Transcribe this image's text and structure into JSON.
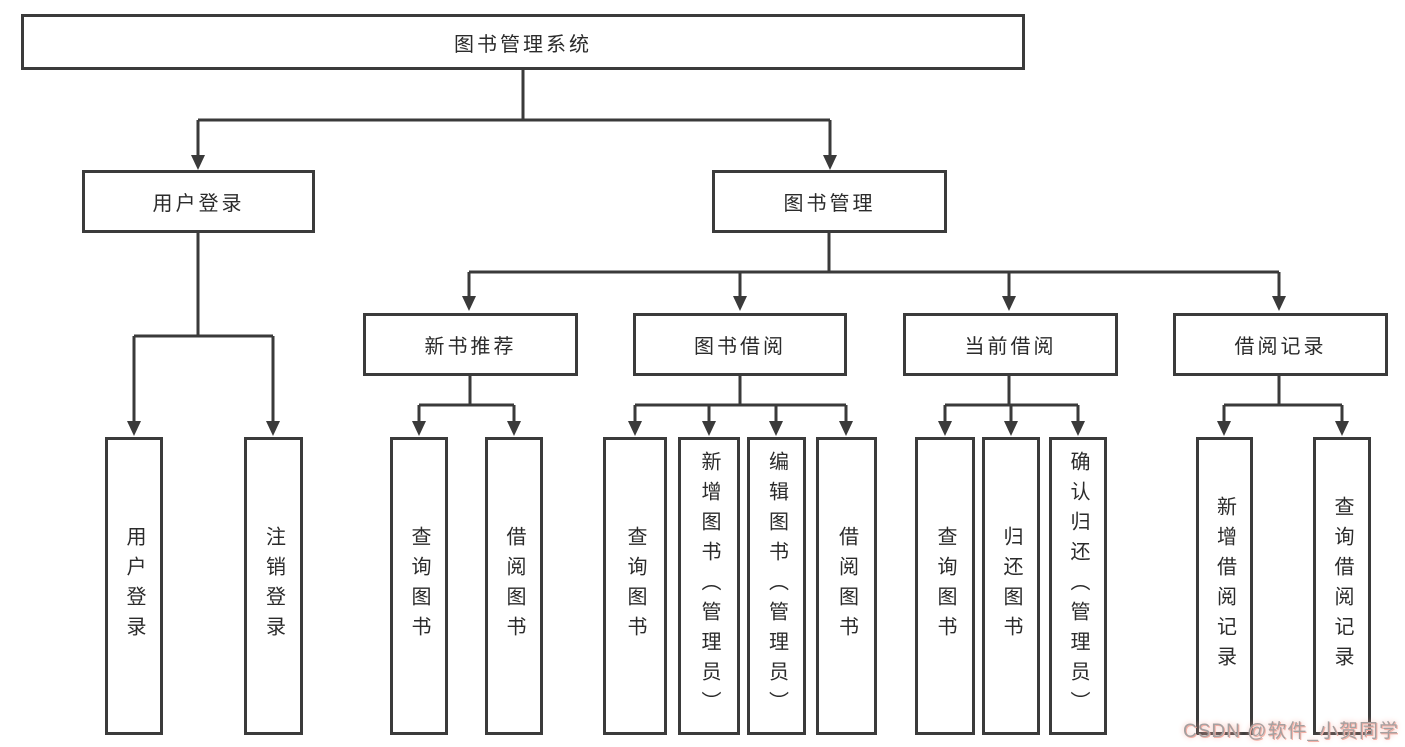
{
  "colors": {
    "line": "#3a3a3a",
    "box_border": "#3b3b3b",
    "text": "#2b2b2b",
    "watermark": "#a5a0a0",
    "watermark_glow": "#f3b0a6",
    "background": "#ffffff"
  },
  "tree": {
    "label": "图书管理系统",
    "children": [
      {
        "label": "用户登录",
        "children": [
          {
            "label": "用户登录"
          },
          {
            "label": "注销登录"
          }
        ]
      },
      {
        "label": "图书管理",
        "children": [
          {
            "label": "新书推荐",
            "children": [
              {
                "label": "查询图书"
              },
              {
                "label": "借阅图书"
              }
            ]
          },
          {
            "label": "图书借阅",
            "children": [
              {
                "label": "查询图书"
              },
              {
                "label": "新增图书（管理员）"
              },
              {
                "label": "编辑图书（管理员）"
              },
              {
                "label": "借阅图书"
              }
            ]
          },
          {
            "label": "当前借阅",
            "children": [
              {
                "label": "查询图书"
              },
              {
                "label": "归还图书"
              },
              {
                "label": "确认归还（管理员）"
              }
            ]
          },
          {
            "label": "借阅记录",
            "children": [
              {
                "label": "新增借阅记录"
              },
              {
                "label": "查询借阅记录"
              }
            ]
          }
        ]
      }
    ]
  },
  "watermark": {
    "text": "CSDN @软件_小贺同学"
  }
}
